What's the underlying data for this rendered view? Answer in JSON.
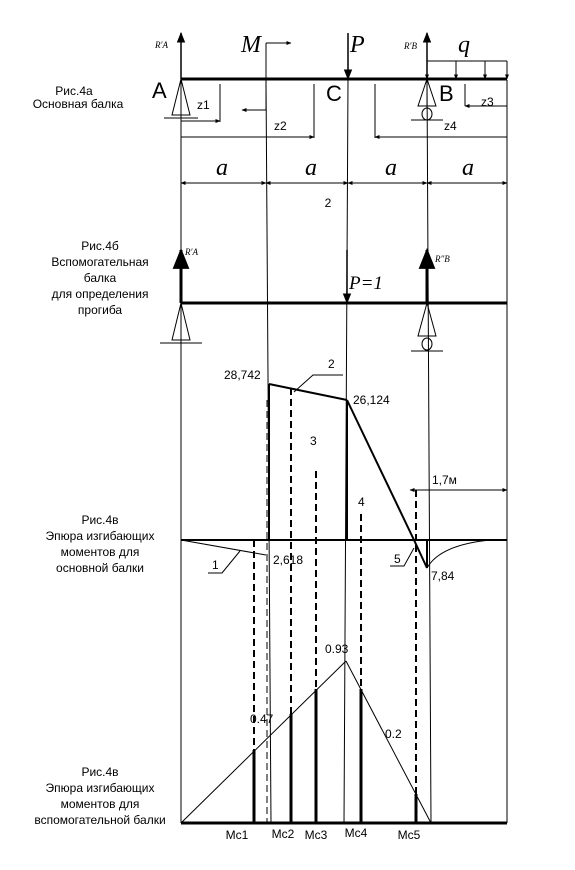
{
  "fig_a": {
    "caption_1": "Рис.4а",
    "caption_2": "Основная балка",
    "point_a": "A",
    "point_c": "C",
    "point_b": "B",
    "force_m": "M",
    "force_p": "P",
    "force_q": "q",
    "reaction_a": "R′A",
    "reaction_b": "R′B",
    "z1": "z1",
    "z2": "z2",
    "z3": "z3",
    "z4": "z4",
    "seg": "a",
    "section_mark": "2"
  },
  "fig_b": {
    "caption_1": "Рис.4б",
    "caption_2": "Вспомогательная",
    "caption_3": "балка",
    "caption_4": "для определения",
    "caption_5": "прогиба",
    "reaction_a": "R′A",
    "reaction_b": "R″B",
    "unit_force": "P=1"
  },
  "fig_v1": {
    "caption_1": "Рис.4в",
    "caption_2": "Эпюра изгибающих",
    "caption_3": "моментов для",
    "caption_4": "основной балки",
    "val_28742": "28,742",
    "val_26124": "26,124",
    "val_2618": "2,618",
    "val_784": "7,84",
    "dim_17": "1,7м",
    "label_1": "1",
    "label_2": "2",
    "label_3": "3",
    "label_4": "4",
    "label_5": "5"
  },
  "fig_v2": {
    "caption_1": "Рис.4в",
    "caption_2": "Эпюра изгибающих",
    "caption_3": "моментов для",
    "caption_4": "вспомогательной балки",
    "val_093": "0.93",
    "val_047": "0.47",
    "val_02": "0.2",
    "mc1": "Mc1",
    "mc2": "Mc2",
    "mc3": "Mc3",
    "mc4": "Mc4",
    "mc5": "Mc5"
  }
}
